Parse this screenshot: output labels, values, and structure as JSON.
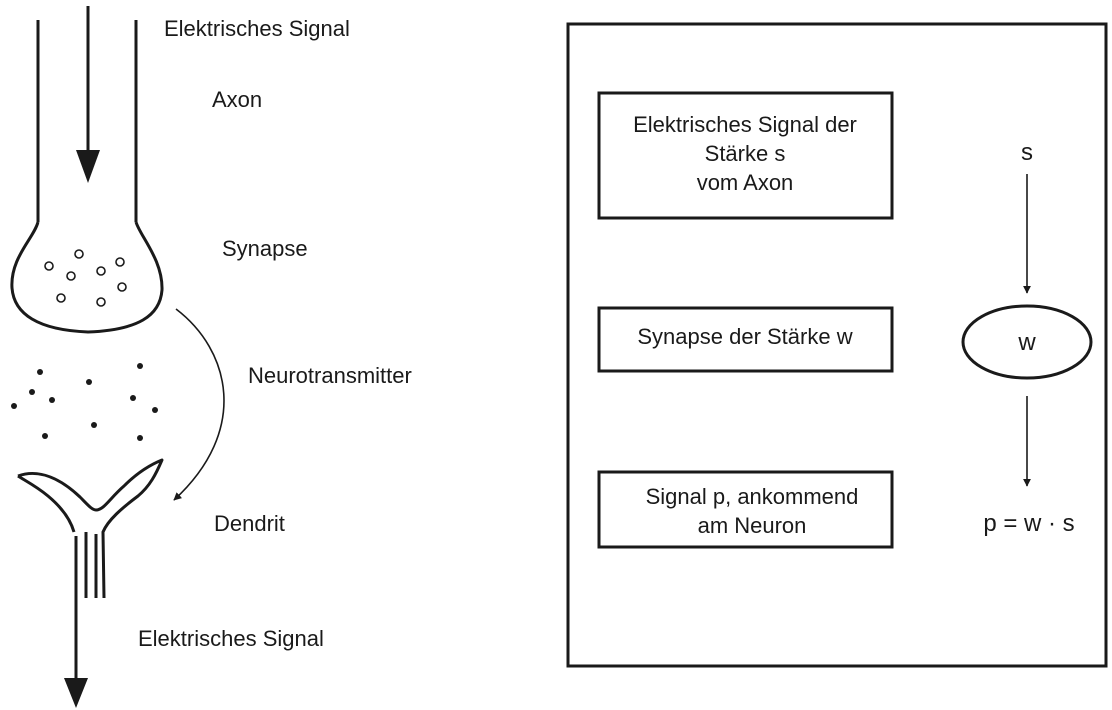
{
  "biology": {
    "signal_in": "Elektrisches Signal",
    "axon": "Axon",
    "synapse": "Synapse",
    "neurotransmitter": "Neurotransmitter",
    "dendrite": "Dendrit",
    "signal_out": "Elektrisches Signal"
  },
  "model": {
    "box1": [
      "Elektrisches Signal der",
      "Stärke s",
      "vom Axon"
    ],
    "box2": "Synapse der Stärke w",
    "box3": [
      "Signal p, ankommend",
      "am  Neuron"
    ],
    "input_symbol": "s",
    "weight_symbol": "w",
    "output_formula": "p = w · s"
  }
}
